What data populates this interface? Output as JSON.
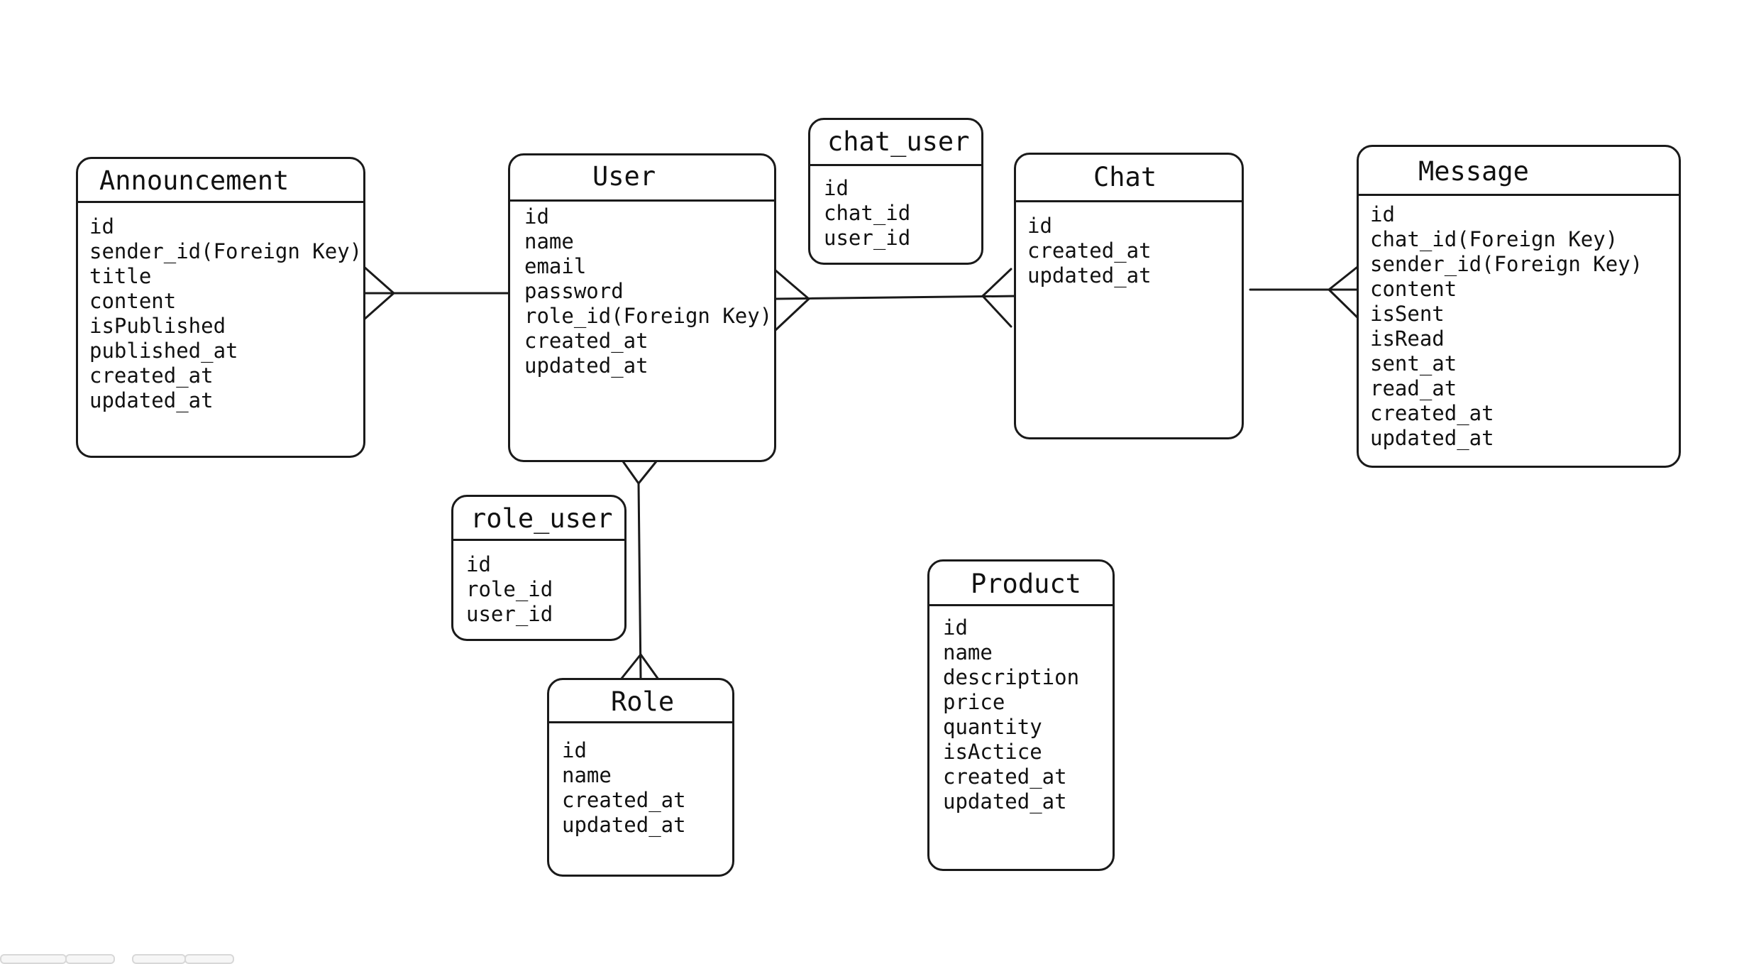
{
  "entities": {
    "announcement": {
      "title": "Announcement",
      "fields": [
        "id",
        "sender_id(Foreign Key)",
        "title",
        "content",
        "isPublished",
        "published_at",
        "created_at",
        "updated_at"
      ]
    },
    "user": {
      "title": "User",
      "fields": [
        "id",
        "name",
        "email",
        "password",
        "role_id(Foreign Key)",
        "created_at",
        "updated_at"
      ]
    },
    "chat_user": {
      "title": "chat_user",
      "fields": [
        "id",
        "chat_id",
        "user_id"
      ]
    },
    "chat": {
      "title": "Chat",
      "fields": [
        "id",
        "created_at",
        "updated_at"
      ]
    },
    "message": {
      "title": "Message",
      "fields": [
        "id",
        "chat_id(Foreign Key)",
        "sender_id(Foreign Key)",
        "content",
        "isSent",
        "isRead",
        "sent_at",
        "read_at",
        "created_at",
        "updated_at"
      ]
    },
    "role_user": {
      "title": "role_user",
      "fields": [
        "id",
        "role_id",
        "user_id"
      ]
    },
    "role": {
      "title": "Role",
      "fields": [
        "id",
        "name",
        "created_at",
        "updated_at"
      ]
    },
    "product": {
      "title": "Product",
      "fields": [
        "id",
        "name",
        "description",
        "price",
        "quantity",
        "isActice",
        "created_at",
        "updated_at"
      ]
    }
  },
  "relationships": [
    {
      "from": "User",
      "to": "Announcement",
      "to_cardinality": "many"
    },
    {
      "from": "Chat",
      "to": "User",
      "from_cardinality": "many",
      "to_cardinality": "many"
    },
    {
      "from": "Chat",
      "to": "Message",
      "to_cardinality": "many"
    },
    {
      "from": "User",
      "to": "Role",
      "from_cardinality": "many",
      "to_cardinality": "many"
    }
  ]
}
